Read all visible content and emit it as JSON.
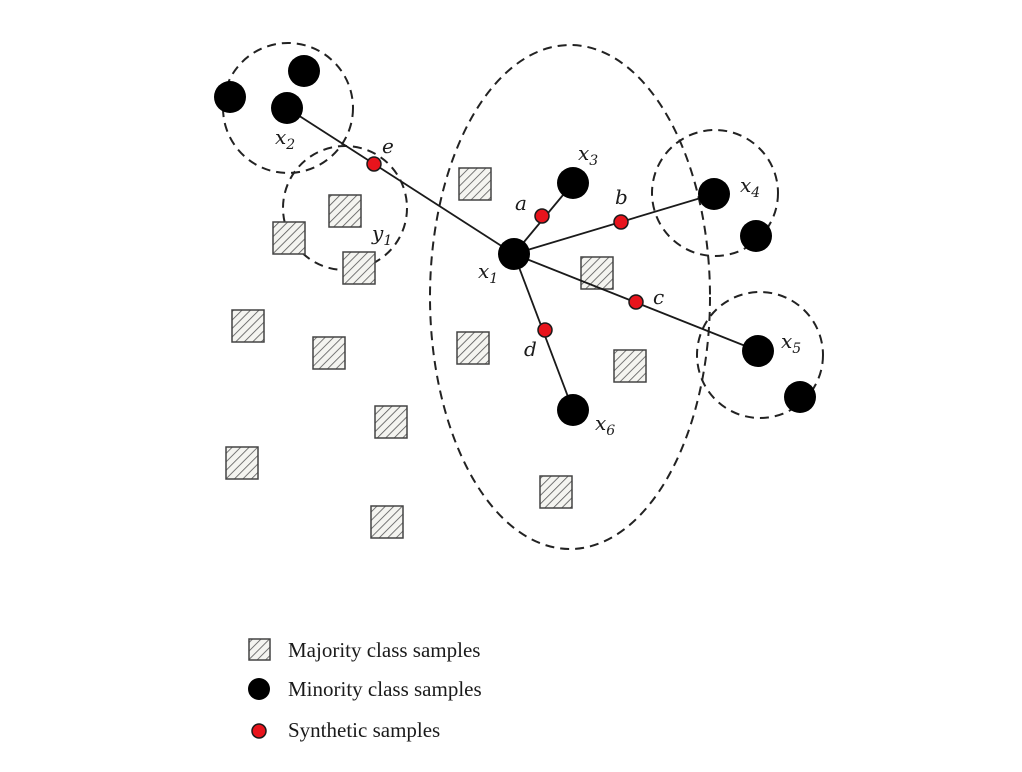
{
  "colors": {
    "minority": "#000000",
    "synthetic": "#e8141c",
    "majority_fill": "#f4f4f0",
    "majority_hatch": "#555555",
    "line": "#1a1a1a"
  },
  "labels": {
    "x1": {
      "base": "x",
      "sub": "1"
    },
    "x2": {
      "base": "x",
      "sub": "2"
    },
    "x3": {
      "base": "x",
      "sub": "3"
    },
    "x4": {
      "base": "x",
      "sub": "4"
    },
    "x5": {
      "base": "x",
      "sub": "5"
    },
    "x6": {
      "base": "x",
      "sub": "6"
    },
    "y1": {
      "base": "y",
      "sub": "1"
    },
    "a": "a",
    "b": "b",
    "c": "c",
    "d": "d",
    "e": "e"
  },
  "legend": {
    "majority": "Majority class samples",
    "minority": "Minority class samples",
    "synthetic": "Synthetic samples"
  }
}
